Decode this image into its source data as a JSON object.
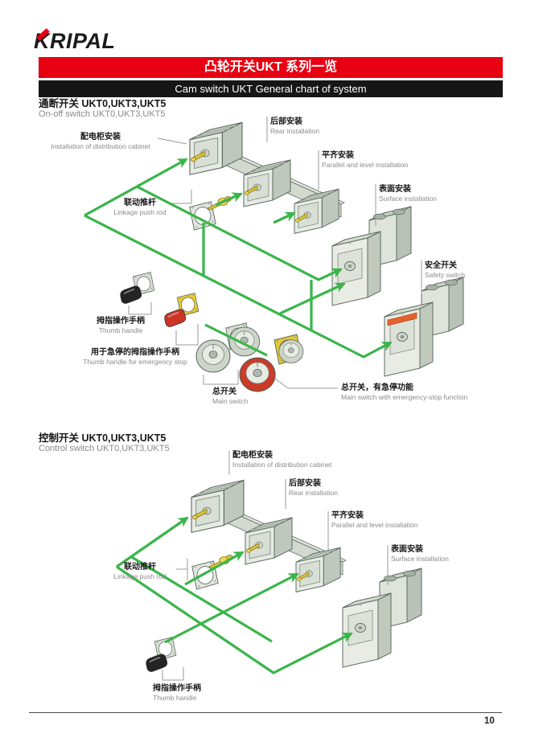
{
  "logo": {
    "text": "KRIPAL"
  },
  "banner": {
    "title_cn": "凸轮开关UKT 系列一览",
    "title_en": "Cam switch UKT General chart of system"
  },
  "sections": [
    {
      "title_cn": "通断开关 UKT0,UKT3,UKT5",
      "title_en": "On-off switch UKT0,UKT3,UKT5",
      "labels": [
        {
          "cn": "配电柜安装",
          "en": "Installation of distribution cabinet"
        },
        {
          "cn": "后部安装",
          "en": "Rear installation"
        },
        {
          "cn": "平齐安装",
          "en": "Parallel and level installation"
        },
        {
          "cn": "表面安装",
          "en": "Surface installation"
        },
        {
          "cn": "安全开关",
          "en": "Safety switch"
        },
        {
          "cn": "联动推杆",
          "en": "Linkage push rod"
        },
        {
          "cn": "拇指操作手柄",
          "en": "Thumb handle"
        },
        {
          "cn": "用于急停的拇指操作手柄",
          "en": "Thumb handle for emergency stop"
        },
        {
          "cn": "总开关",
          "en": "Main switch"
        },
        {
          "cn": "总开关，有急停功能",
          "en": "Main switch with emergency-stop function"
        }
      ]
    },
    {
      "title_cn": "控制开关 UKT0,UKT3,UKT5",
      "title_en": "Control switch UKT0,UKT3,UKT5",
      "labels": [
        {
          "cn": "配电柜安装",
          "en": "Installation of distribution cabinet"
        },
        {
          "cn": "后部安装",
          "en": "Rear installation"
        },
        {
          "cn": "平齐安装",
          "en": "Parallel and level installation"
        },
        {
          "cn": "表面安装",
          "en": "Surface installation"
        },
        {
          "cn": "联动推杆",
          "en": "Linkage push rod"
        },
        {
          "cn": "拇指操作手柄",
          "en": "Thumb handle"
        }
      ]
    }
  ],
  "footer": {
    "page_number": "10"
  },
  "colors": {
    "banner_red": "#e60012",
    "banner_dark": "#161616",
    "arrow_green": "#3ab54a",
    "part_yellow": "#e6c832",
    "part_red": "#cc3425",
    "stripe_orange": "#e4622d"
  }
}
